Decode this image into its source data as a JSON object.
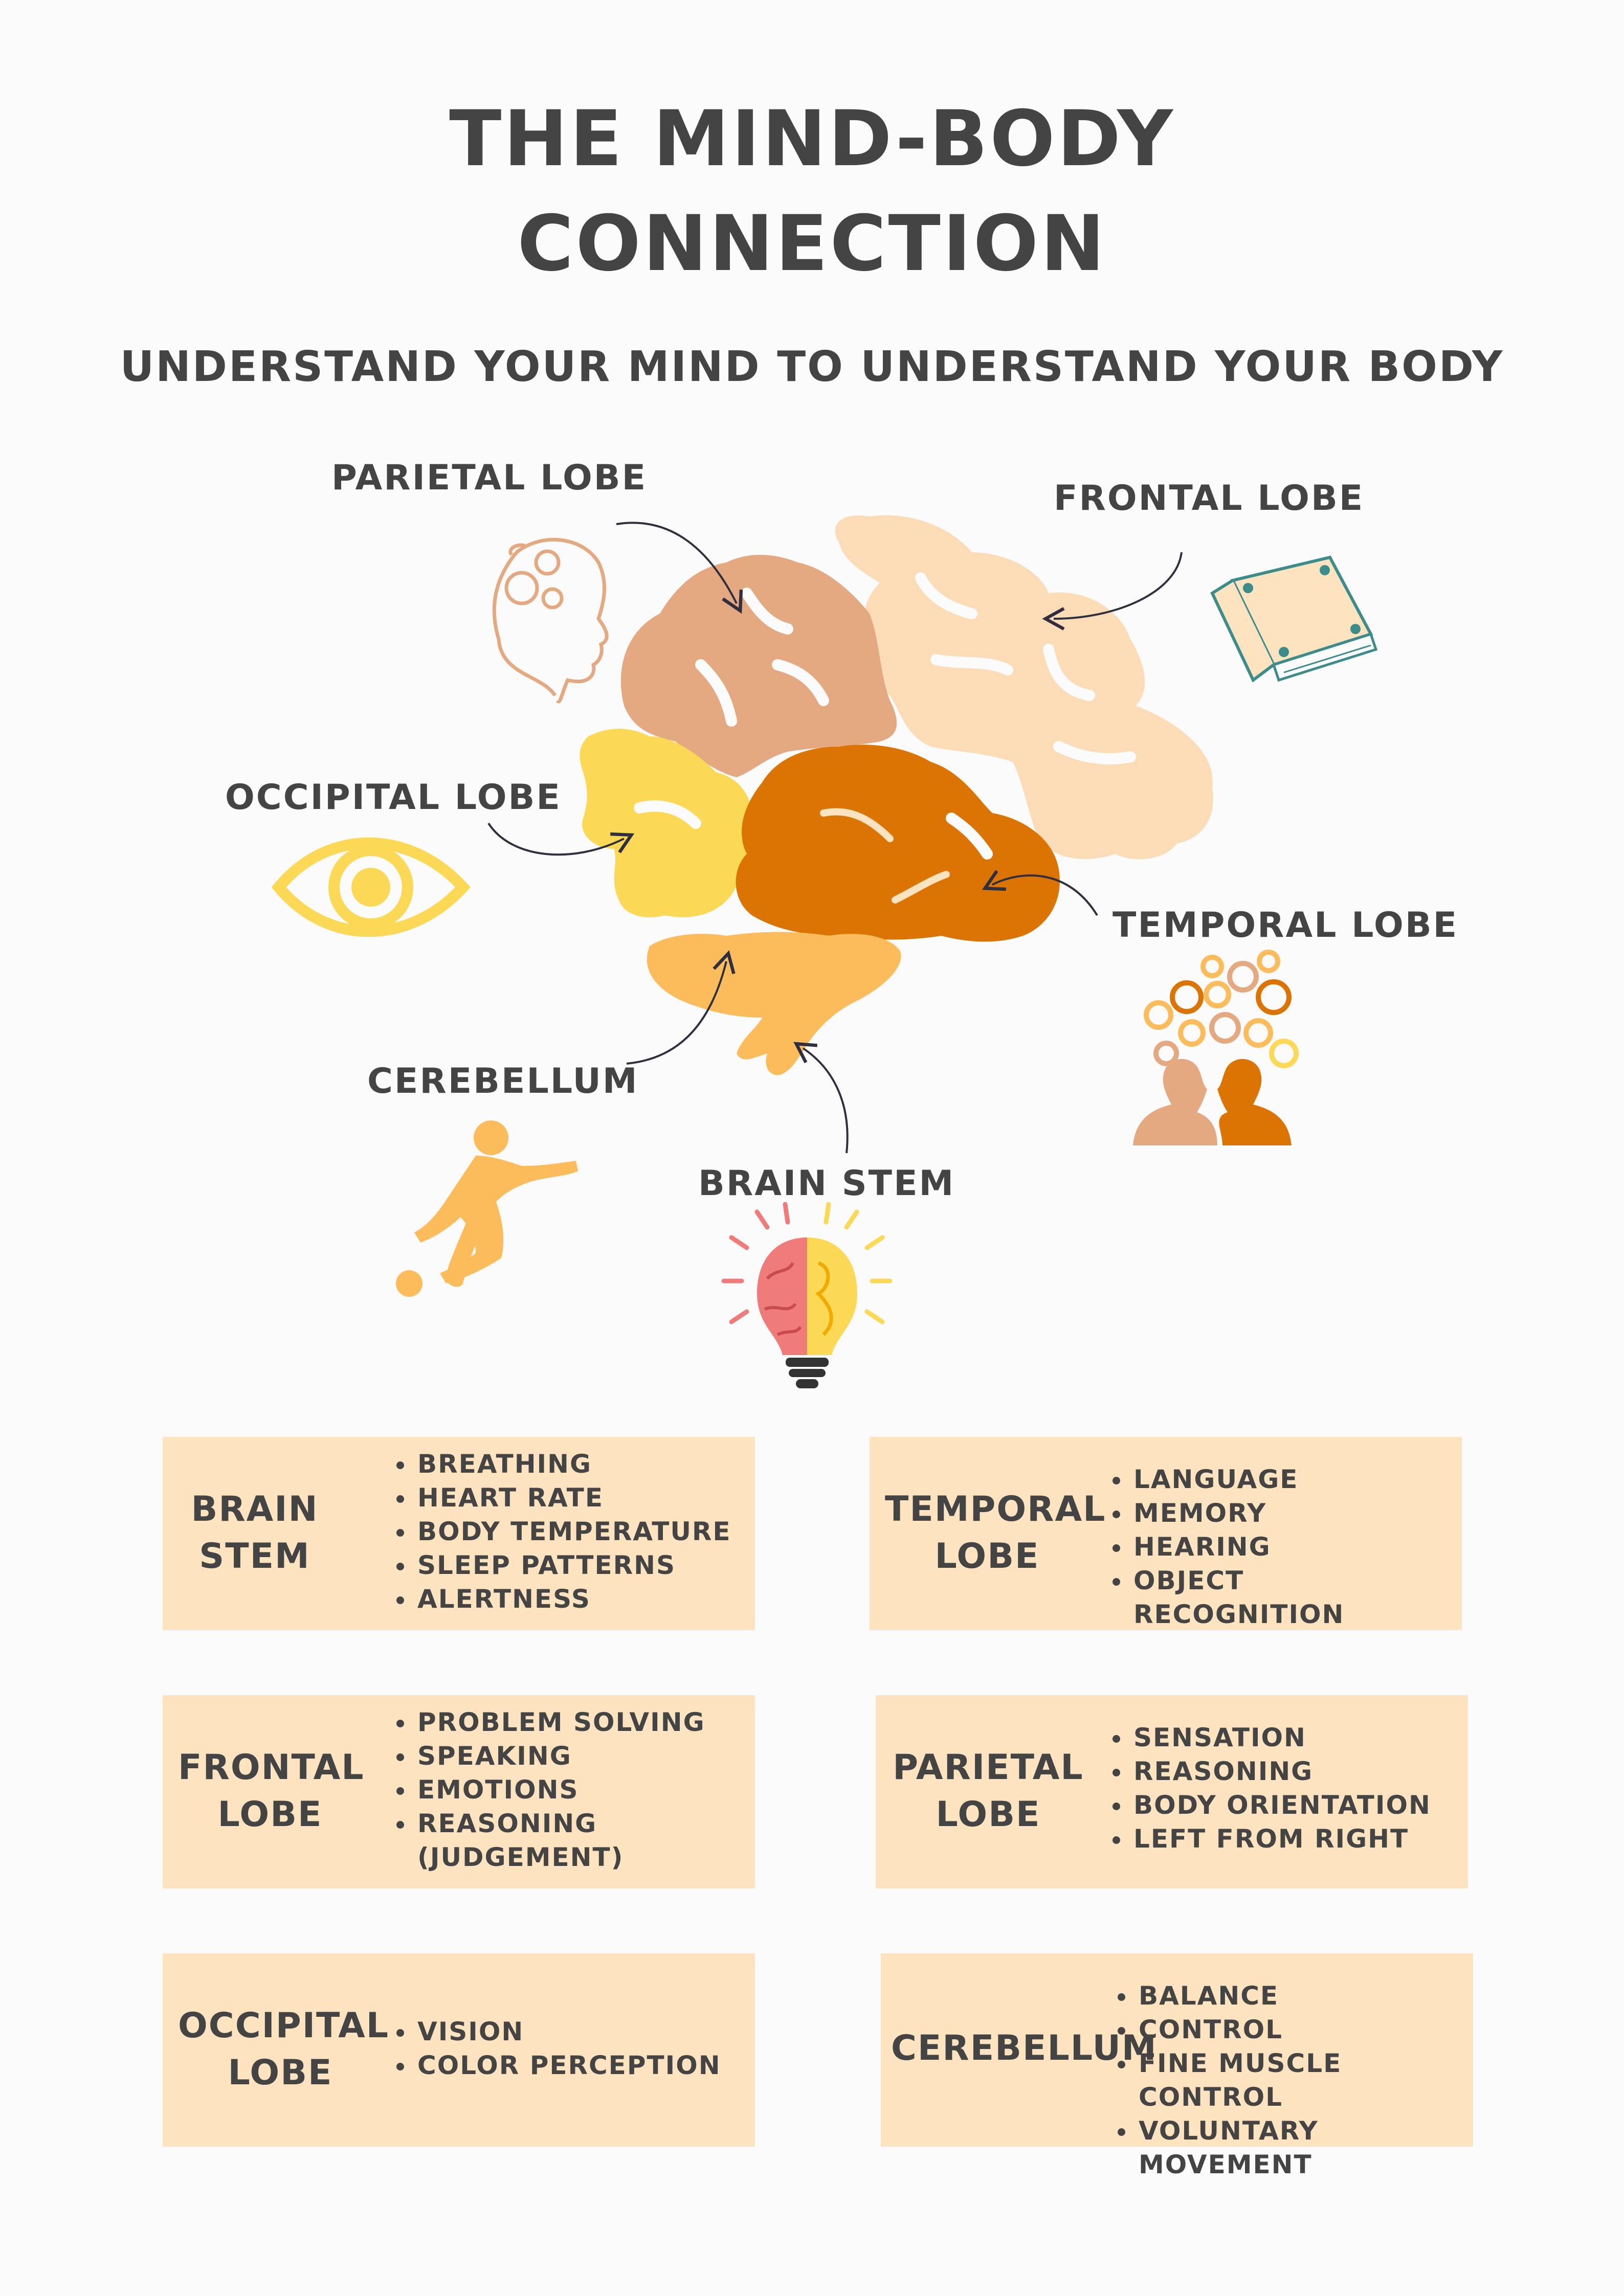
{
  "title": {
    "line1": "THE MIND-BODY",
    "line2": "CONNECTION"
  },
  "subtitle": "UNDERSTAND YOUR MIND TO UNDERSTAND YOUR BODY",
  "diagram_labels": {
    "parietal": "PARIETAL LOBE",
    "frontal": "FRONTAL LOBE",
    "occipital": "OCCIPITAL LOBE",
    "temporal": "TEMPORAL LOBE",
    "cerebellum": "CEREBELLUM",
    "brain_stem": "BRAIN STEM"
  },
  "colors": {
    "parietal": "#e4a980",
    "frontal": "#fcdcb6",
    "occipital": "#fcd857",
    "temporal": "#dc7404",
    "cerebellum": "#fdbc5c",
    "card_bg": "#fde3bf"
  },
  "icons": {
    "parietal": "head-gears-icon",
    "frontal": "book-icon",
    "occipital": "eye-icon",
    "temporal": "two-heads-gears-icon",
    "cerebellum": "soccer-player-icon",
    "brain_stem": "brain-lightbulb-icon"
  },
  "cards": [
    {
      "name_line1": "BRAIN",
      "name_line2": "STEM",
      "items": [
        "BREATHING",
        "HEART RATE",
        "BODY TEMPERATURE",
        "SLEEP PATTERNS",
        "ALERTNESS"
      ]
    },
    {
      "name_line1": "TEMPORAL",
      "name_line2": "LOBE",
      "items": [
        "LANGUAGE",
        "MEMORY",
        "HEARING",
        "OBJECT RECOGNITION"
      ]
    },
    {
      "name_line1": "FRONTAL",
      "name_line2": "LOBE",
      "items": [
        "PROBLEM SOLVING",
        "SPEAKING",
        "EMOTIONS",
        "REASONING",
        "(JUDGEMENT)"
      ]
    },
    {
      "name_line1": "PARIETAL",
      "name_line2": "LOBE",
      "items": [
        "SENSATION",
        "REASONING",
        "BODY ORIENTATION",
        "LEFT FROM RIGHT"
      ]
    },
    {
      "name_line1": "OCCIPITAL",
      "name_line2": "LOBE",
      "items": [
        "VISION",
        "COLOR PERCEPTION"
      ]
    },
    {
      "name_line1": "CEREBELLUM",
      "name_line2": "",
      "items": [
        "BALANCE",
        "CONTROL",
        "FINE MUSCLE CONTROL",
        "VOLUNTARY MOVEMENT"
      ]
    }
  ]
}
